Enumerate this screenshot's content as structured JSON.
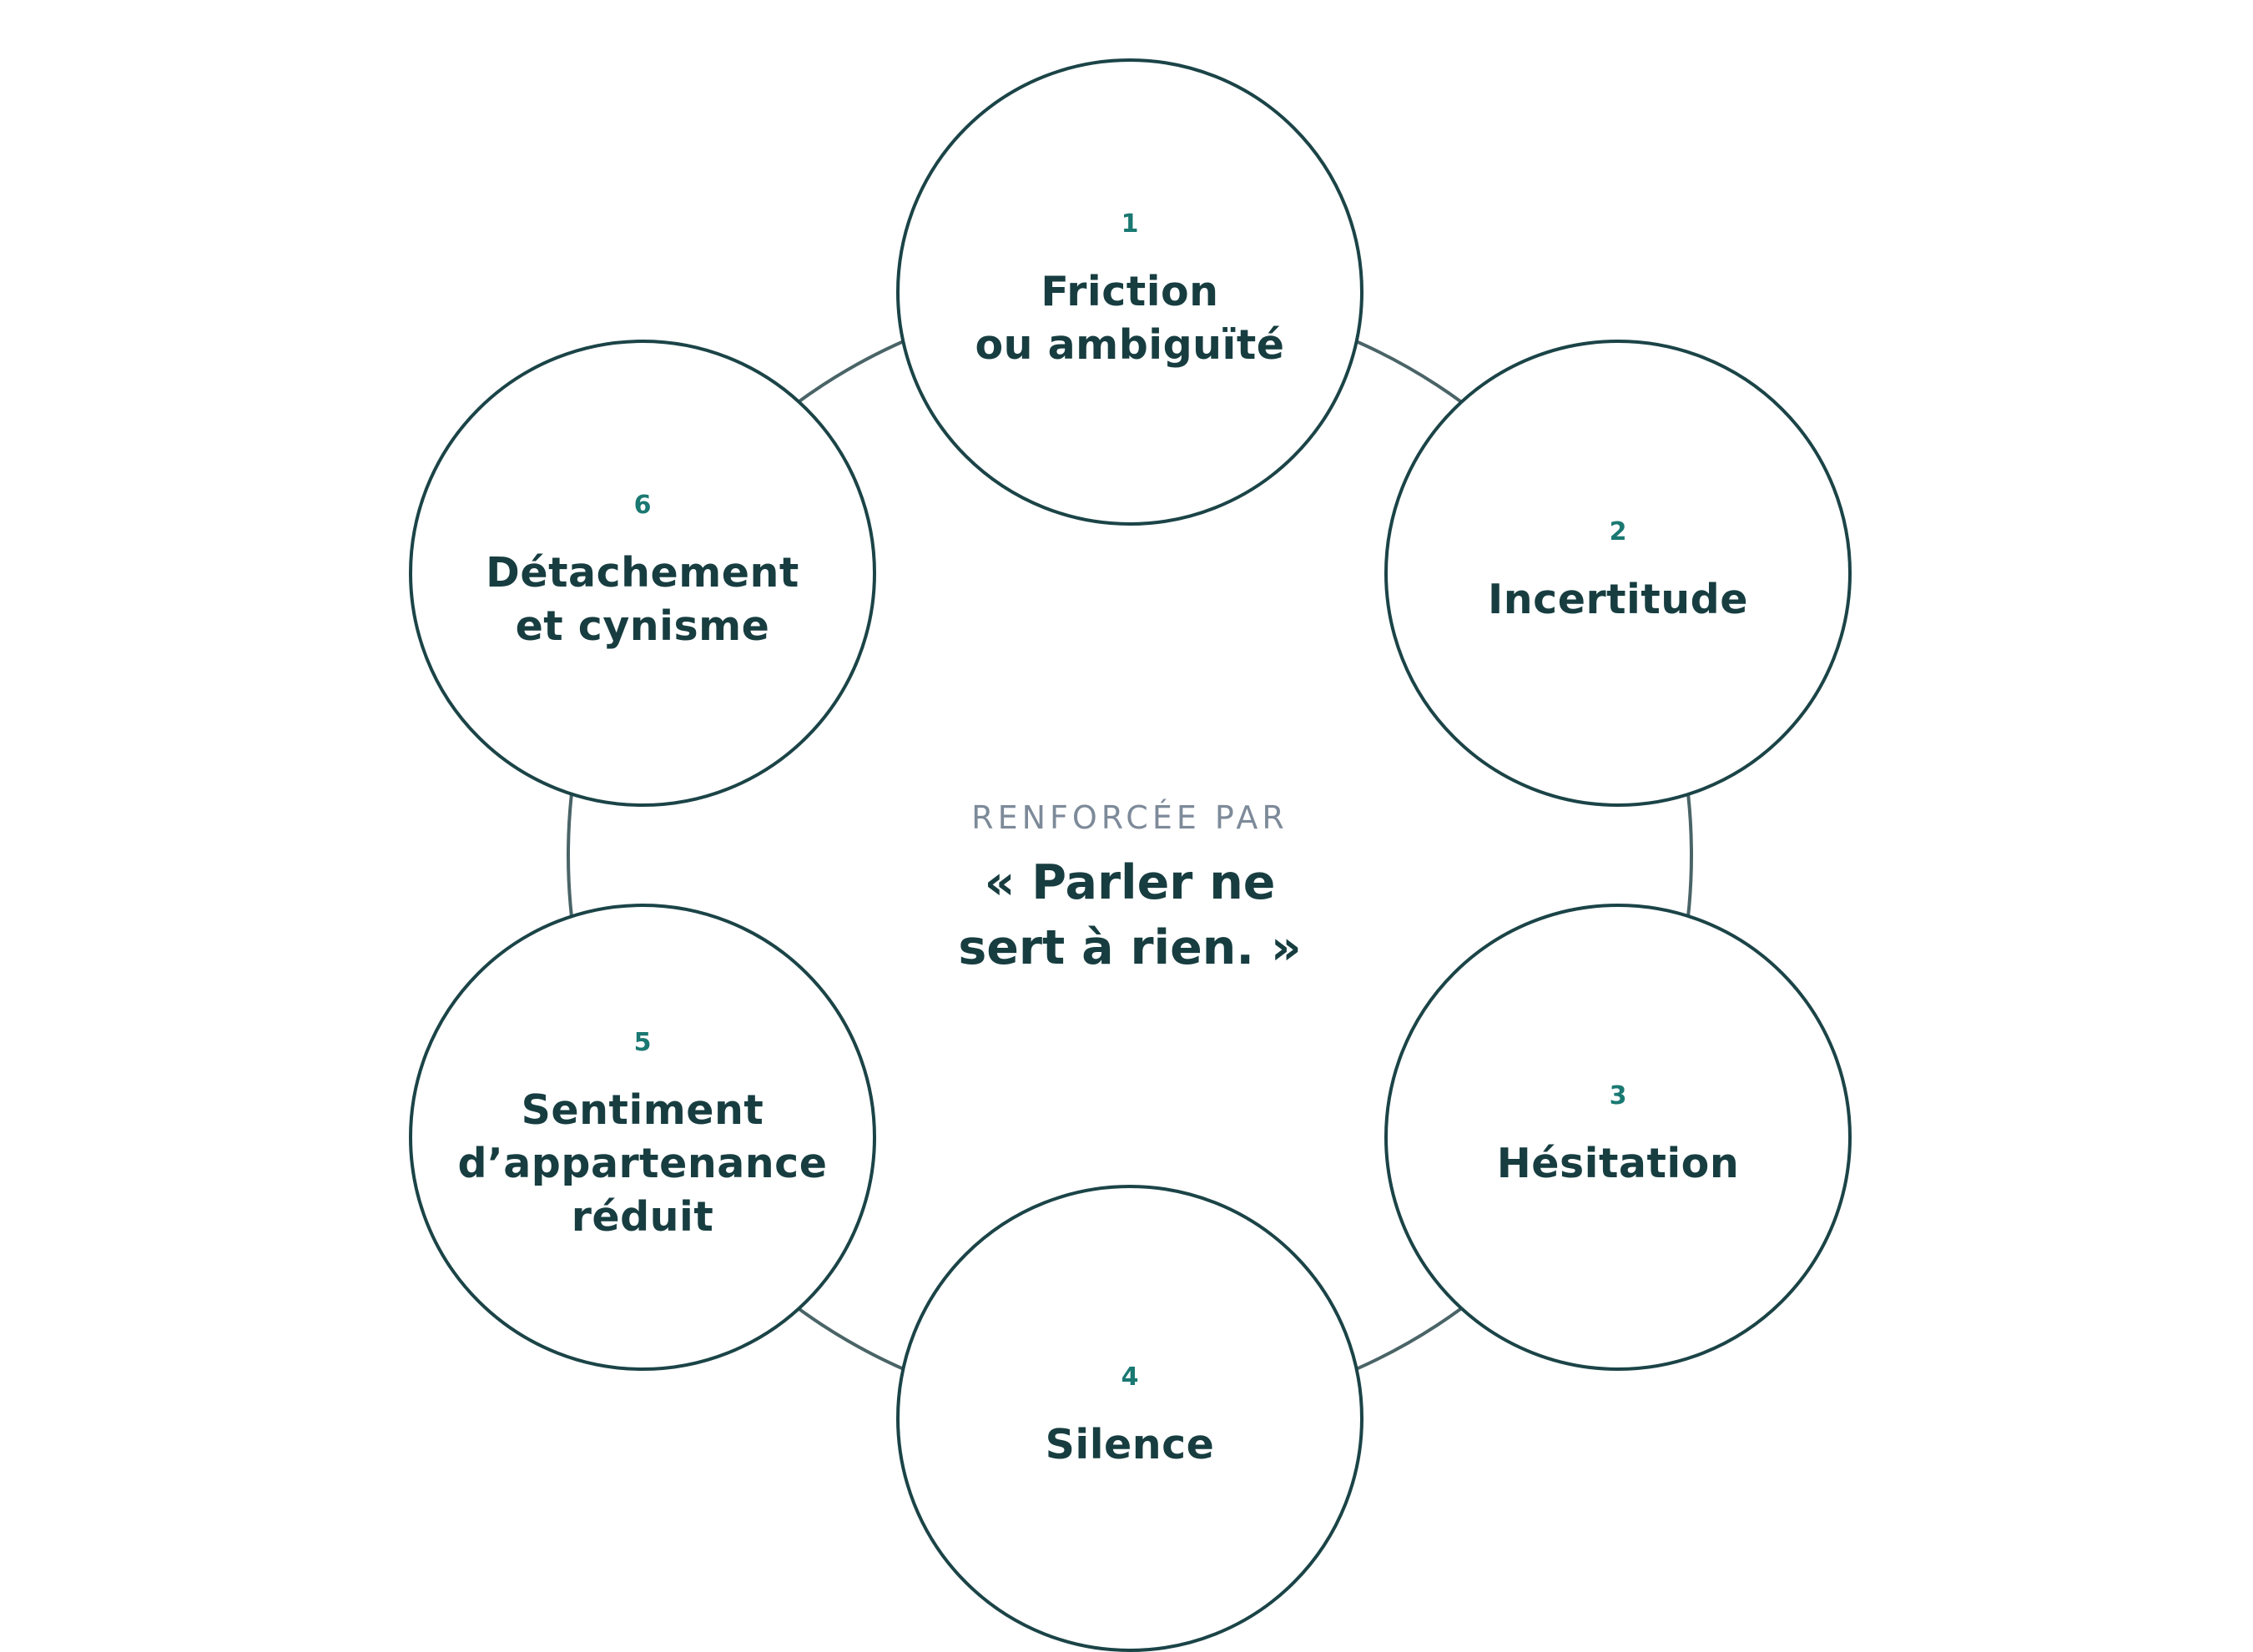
{
  "center": {
    "kicker": "RENFORCÉE PAR",
    "quote": "« Parler ne\nsert à rien. »"
  },
  "nodes": [
    {
      "number": "1",
      "label": "Friction\nou ambiguïté"
    },
    {
      "number": "2",
      "label": "Incertitude"
    },
    {
      "number": "3",
      "label": "Hésitation"
    },
    {
      "number": "4",
      "label": "Silence"
    },
    {
      "number": "5",
      "label": "Sentiment\nd’appartenance\nréduit"
    },
    {
      "number": "6",
      "label": "Détachement\net cynisme"
    }
  ],
  "colors": {
    "node_border": "#1b4447",
    "ring": "#4a6467",
    "number": "#1a7872",
    "label": "#173d40",
    "kicker": "#7d8a99"
  }
}
